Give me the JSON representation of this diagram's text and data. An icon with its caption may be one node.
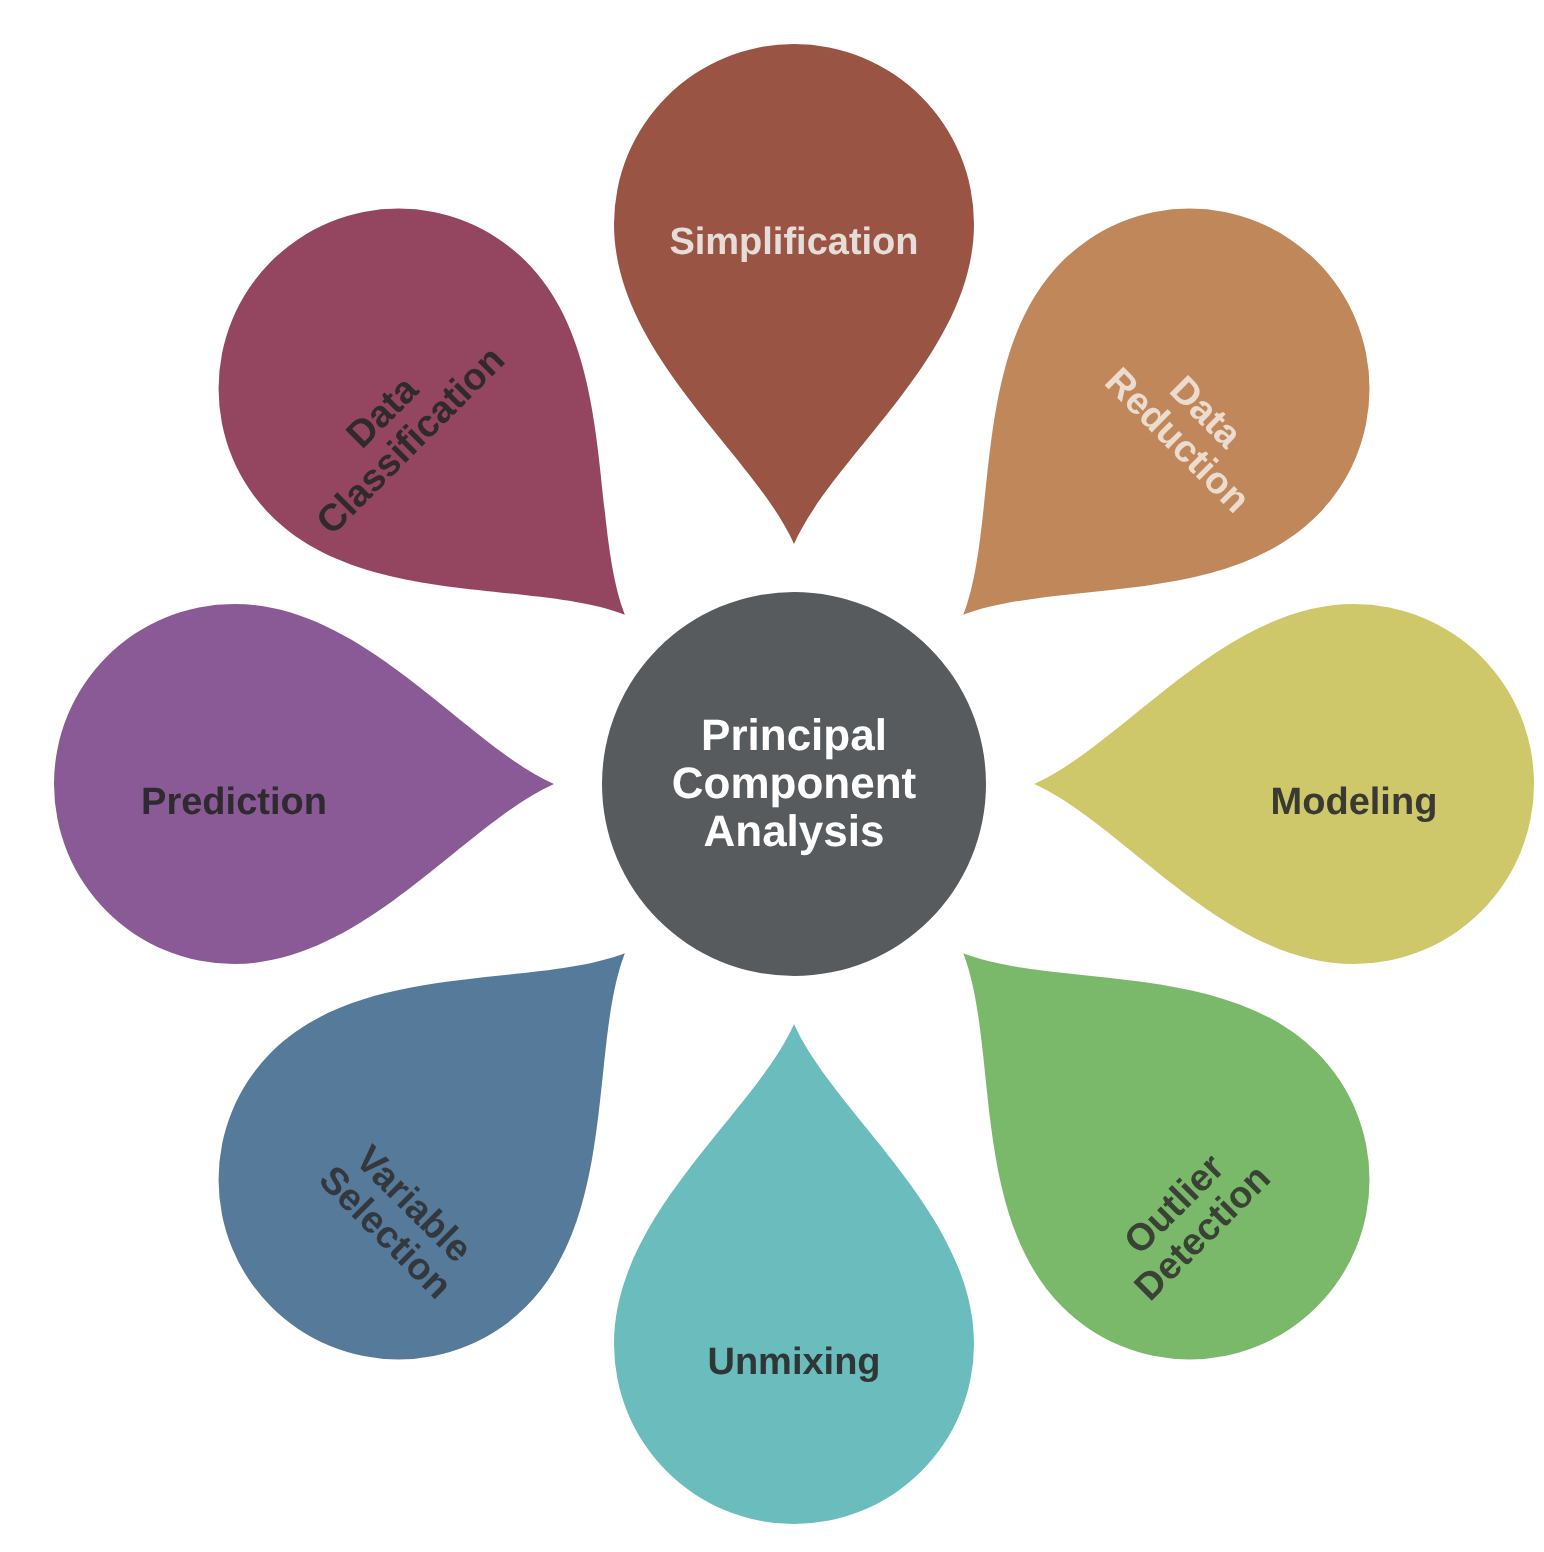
{
  "diagram": {
    "nodes": [
      {
        "text": [
          "Principal Component Analysis"
        ]
      },
      {
        "text": [
          "Simplification"
        ]
      },
      {
        "text": [
          "Data Classification"
        ]
      },
      {
        "text": [
          "Data Reduction"
        ]
      },
      {
        "text": [
          "Prediction"
        ]
      },
      {
        "text": [
          "Modeling"
        ]
      },
      {
        "text": [
          "Variable Selection"
        ]
      },
      {
        "text": [
          "Outlier Detection"
        ]
      },
      {
        "text": [
          "Unmixing"
        ]
      }
    ]
  }
}
